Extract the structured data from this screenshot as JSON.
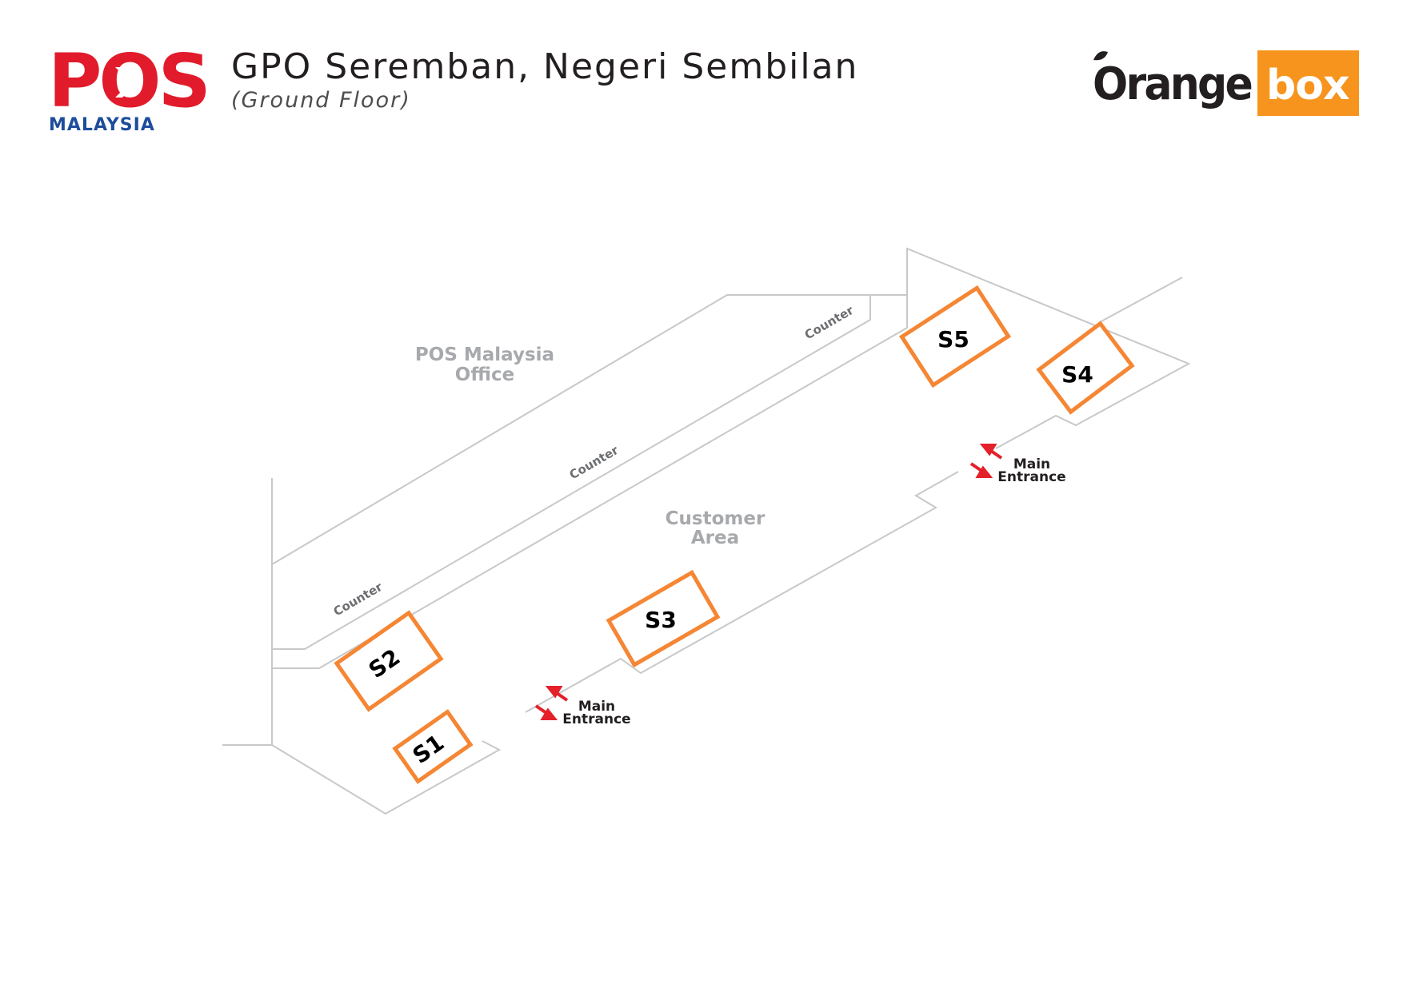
{
  "header": {
    "title": "GPO Seremban, Negeri Sembilan",
    "subtitle": "(Ground Floor)"
  },
  "logos": {
    "pos": {
      "word": "POS",
      "country": "MALAYSIA",
      "red": "#e11b2b",
      "blue": "#1e4d9b"
    },
    "orangebox": {
      "word_dark": "Orange",
      "word_box": "box",
      "orange": "#f7941d"
    }
  },
  "areas": {
    "office": [
      "POS Malaysia",
      "Office"
    ],
    "customer": [
      "Customer",
      "Area"
    ]
  },
  "counters": {
    "label": "Counter"
  },
  "spaces": [
    "S1",
    "S2",
    "S3",
    "S4",
    "S5"
  ],
  "entrances": {
    "line1": "Main",
    "line2": "Entrance"
  },
  "colors": {
    "wall": "#c8c8c8",
    "space_outline": "#f58634",
    "arrow": "#e4202b",
    "area_label": "#a7a9ac",
    "counter_label": "#6d6e71"
  }
}
